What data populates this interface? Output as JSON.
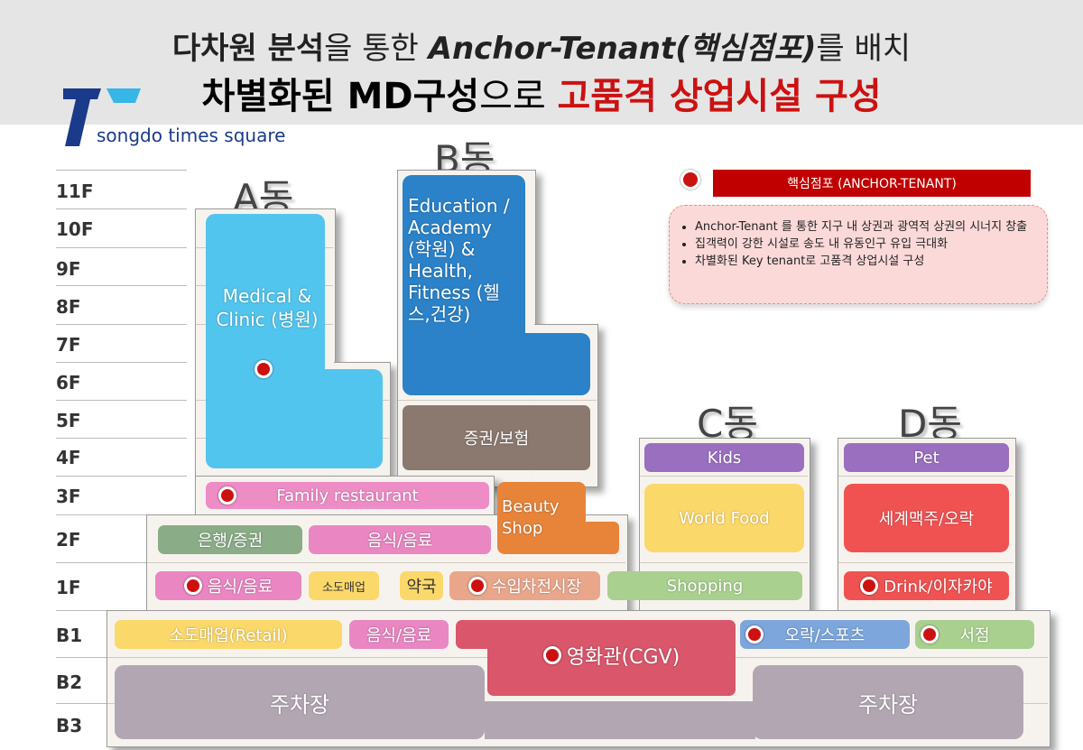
{
  "header": {
    "line1_a": "다차원 분석",
    "line1_b": "을 통한 ",
    "line1_c": "Anchor-Tenant(핵심점포)",
    "line1_d": "를 배치",
    "line2_a": "차별화된 MD구성",
    "line2_b": "으로 ",
    "line2_c": "고품격 상업시설 구성"
  },
  "logo": {
    "text": "songdo times square"
  },
  "floors": [
    "11F",
    "10F",
    "9F",
    "8F",
    "7F",
    "6F",
    "5F",
    "4F",
    "3F",
    "2F",
    "1F",
    "B1",
    "B2",
    "B3"
  ],
  "buildings": {
    "a": "A동",
    "b": "B동",
    "c": "C동",
    "d": "D동"
  },
  "legend": {
    "label": "핵심점포 (ANCHOR-TENANT)"
  },
  "notes": [
    "Anchor-Tenant 를 통한 지구 내 상권과 광역적 상권의 시너지 창출",
    "집객력이 강한 시설로 송도 내 유동인구 유입 극대화",
    "차별화된 Key tenant로 고품격 상업시설 구성"
  ],
  "tenants": {
    "medical": "Medical & Clinic (병원)",
    "education": "Education / Academy (학원) & Health, Fitness (헬스,건강)",
    "securities": "증권/보험",
    "family": "Family restaurant",
    "beauty": "Beauty Shop",
    "bank": "은행/증권",
    "food_a2": "음식/음료",
    "food_a1": "음식/음료",
    "retail_small": "소도매업",
    "pharmacy": "약국",
    "import_car": "수입차전시장",
    "shopping": "Shopping",
    "kids": "Kids",
    "world_food": "World Food",
    "pet": "Pet",
    "beer": "세계맥주/오락",
    "drink": "Drink/이자카야",
    "retail_b1": "소도매업(Retail)",
    "food_b1": "음식/음료",
    "cgv": "영화관(CGV)",
    "sports": "오락/스포츠",
    "bookstore": "서점",
    "parking_left": "주차장",
    "parking_right": "주차장"
  },
  "colors": {
    "medical": "#52c5ee",
    "education": "#2b82c9",
    "securities": "#8b786e",
    "family": "#ee8cc6",
    "beauty": "#e7843a",
    "bank": "#8aac86",
    "pink": "#ea86c2",
    "yellow": "#fbd86a",
    "peach": "#e9a68a",
    "green": "#a9d08e",
    "purple": "#9b6fc0",
    "red": "#f05252",
    "cgv": "#d9566b",
    "blue": "#7ca6dc",
    "parking": "#b3a6b3",
    "anchor": "#cc1111"
  }
}
